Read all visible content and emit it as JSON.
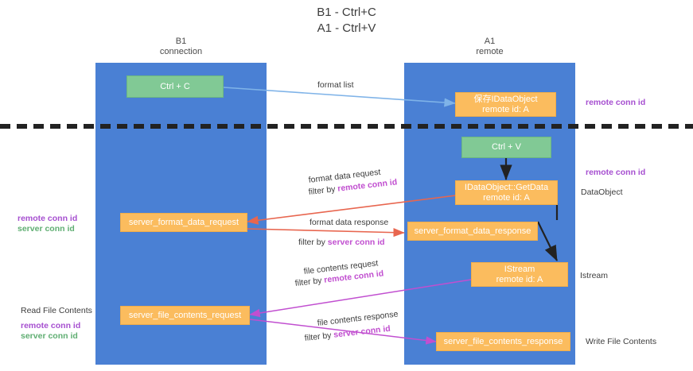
{
  "title": "B1 - Ctrl+C\nA1 - Ctrl+V",
  "lanes": [
    {
      "name": "b1",
      "header": "B1\nconnection"
    },
    {
      "name": "a1",
      "header": "A1\nremote"
    }
  ],
  "nodes": {
    "ctrl_c": "Ctrl + C",
    "ctrl_v": "Ctrl + V",
    "idataobject_store": "保存IDataObject\nremote id: A",
    "getdata": "IDataObject::GetData\nremote id: A",
    "server_format_data_request": "server_format_data_request",
    "server_format_data_response": "server_format_data_response",
    "istream": "IStream\nremote id: A",
    "server_file_contents_request": "server_file_contents_request",
    "server_file_contents_response": "server_file_contents_response"
  },
  "edges": {
    "format_list": "format list",
    "format_data_request": "format data request",
    "format_data_request_filter_prefix": "filter by ",
    "format_data_request_filter_key": "remote conn id",
    "format_data_response": "format data response",
    "format_data_response_filter_prefix": "filter by ",
    "format_data_response_filter_key": "server conn id",
    "file_contents_request": "file contents request",
    "file_contents_request_filter_prefix": "filter by ",
    "file_contents_request_filter_key": "remote conn id",
    "file_contents_response": "file contents response",
    "file_contents_response_filter_prefix": "filter by ",
    "file_contents_response_filter_key": "server conn id"
  },
  "annotations": {
    "right_remote_conn_id_top": "remote conn id",
    "right_remote_conn_id_mid": "remote conn id",
    "right_dataobject": "DataObject",
    "right_istream": "Istream",
    "right_write_file_contents": "Write File Contents",
    "left_remote_conn_id": "remote conn id",
    "left_server_conn_id": "server conn id",
    "left_read_file_contents": "Read File Contents",
    "left_remote_conn_id_2": "remote conn id",
    "left_server_conn_id_2": "server conn id"
  },
  "colors": {
    "lane": "#4a80d4",
    "node_green": "#81c995",
    "node_orange": "#fbbc5e",
    "accent_purple": "#a64fd0",
    "accent_green": "#5fae72",
    "arrow_red": "#e8664f",
    "arrow_blue": "#7fb3e8",
    "arrow_magenta": "#c14fd0",
    "arrow_dark": "#222222"
  }
}
